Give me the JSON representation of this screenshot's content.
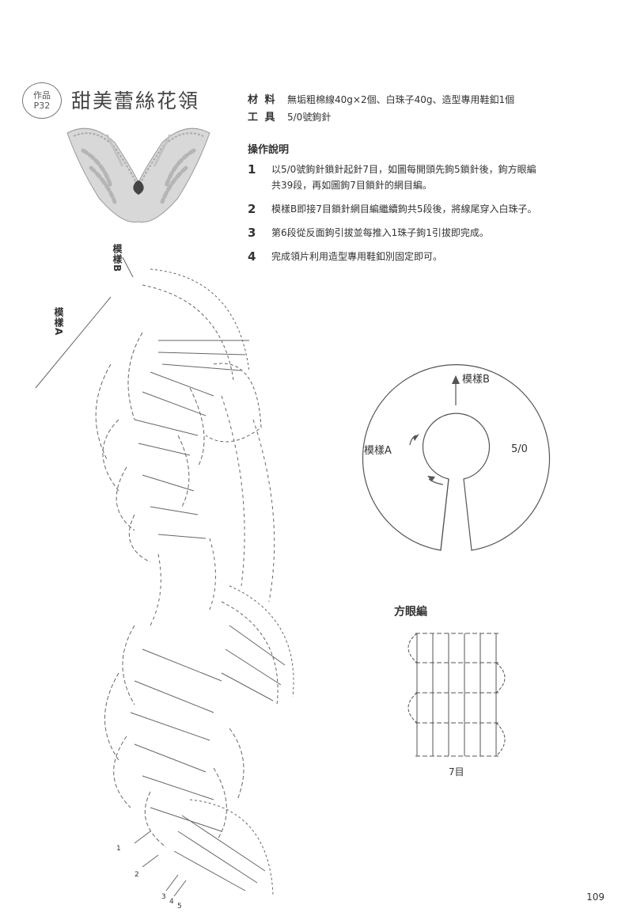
{
  "header": {
    "badge_line1": "作品",
    "badge_line2": "P32",
    "title": "甜美蕾絲花領"
  },
  "materials": {
    "label": "材 料",
    "value": "無垢粗棉線40g×2個、白珠子40g、造型專用鞋釦1個"
  },
  "tools": {
    "label": "工 具",
    "value": "5/0號鉤針"
  },
  "instructions": {
    "title": "操作說明",
    "steps": [
      {
        "num": "1",
        "line1": "以5/0號鉤針鎖針起針7目，如圖每開頭先鉤5鎖針後，鉤方眼編",
        "line2": "共39段，再如圖鉤7目鎖針的網目編。"
      },
      {
        "num": "2",
        "line1": "模樣B即接7目鎖針網目編繼續鉤共5段後，將線尾穿入白珠子。",
        "line2": ""
      },
      {
        "num": "3",
        "line1": "第6段從反面鉤引拔並每推入1珠子鉤1引拔即完成。",
        "line2": ""
      },
      {
        "num": "4",
        "line1": "完成領片利用造型專用鞋釦別固定即可。",
        "line2": ""
      }
    ]
  },
  "diagram_labels": {
    "pattern_b": "模樣B",
    "pattern_a": "模樣A",
    "ratio": "5/0"
  },
  "square_mesh": {
    "title": "方眼編",
    "count": "7目"
  },
  "left_chart_labels": {
    "pattern_b": "模樣B",
    "pattern_a": "模樣A",
    "rows": [
      "1",
      "2",
      "3",
      "4",
      "5"
    ]
  },
  "page_number": "109"
}
